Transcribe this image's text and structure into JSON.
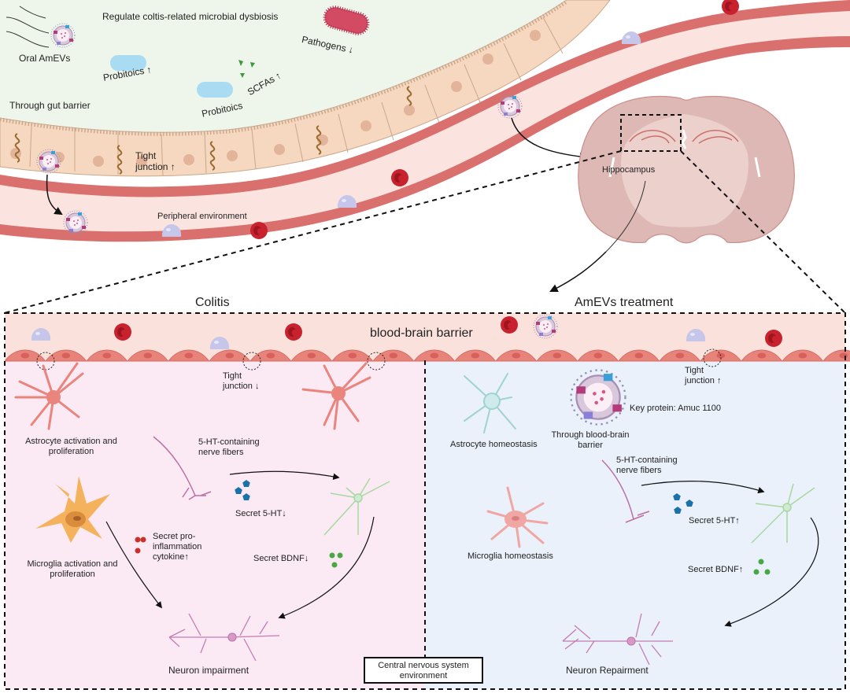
{
  "colors": {
    "gut_lumen": "#eef5ea",
    "epithelium": "#f6d7bf",
    "epithelium_stroke": "#c9a88c",
    "vessel_wall": "#d9706d",
    "vessel_inner": "#fbe4df",
    "rbc": "#c8222e",
    "wbc": "#c5c6ea",
    "brain": "#ddb8b4",
    "brain_inner": "#ebd0cc",
    "colitis_bg": "#fbeaf4",
    "treatment_bg": "#eaf1fb",
    "bbb_bg": "#fbe1dc",
    "endothelial": "#e8837a",
    "astrocyte_active": "#e9857c",
    "astrocyte_homeo": "#9fd3d2",
    "microglia_active": "#f4b25c",
    "microglia_homeo": "#f0a7a4",
    "neuron": "#c47bb3",
    "nerve_fiber": "#bb6fa2",
    "neuron_green": "#a6d9a0",
    "serotonin": "#1a72a8",
    "bdnf": "#4aa844",
    "cytokine": "#c9302c",
    "probiotic": "#a9dcf2",
    "pathogen": "#d34a63",
    "scfa": "#3c9a3c",
    "tight_junction": "#9a6a2f"
  },
  "gut": {
    "title": "Regulate coltis-related microbial dysbiosis",
    "oral_amevs": "Oral AmEVs",
    "probiotics_up": "Probitoics ↑",
    "probiotics": "Probitoics",
    "scfas_up": "SCFAs ↑",
    "pathogens_down": "Pathogens ↓",
    "through_gut_barrier": "Through gut barrier",
    "tight_junction_up": "Tight\njunction ↑",
    "peripheral_environment": "Peripheral environment"
  },
  "brain": {
    "hippocampus": "Hippocampus"
  },
  "cns": {
    "colitis_title": "Colitis",
    "treatment_title": "AmEVs treatment",
    "bbb_label": "blood-brain barrier",
    "box_label": "Central nervous system\nenvironment",
    "colitis": {
      "tight_junction_down": "Tight\njunction ↓",
      "astrocyte": "Astrocyte activation and\nproliferation",
      "nerve_fibers": "5-HT-containing\nnerve fibers",
      "microglia": "Microglia activation and\nproliferation",
      "cytokine": "Secret pro-\ninflammation\ncytokine↑",
      "serotonin": "Secret 5-HT↓",
      "bdnf": "Secret BDNF↓",
      "neuron": "Neuron impairment"
    },
    "treatment": {
      "tight_junction_up": "Tight\njunction ↑",
      "astrocyte": "Astrocyte homeostasis",
      "through_bbb": "Through blood-brain\nbarrier",
      "key_protein": "Key protein:  Amuc 1100",
      "nerve_fibers": "5-HT-containing\nnerve fibers",
      "microglia": "Microglia homeostasis",
      "serotonin": "Secret 5-HT↑",
      "bdnf": "Secret BDNF↑",
      "neuron": "Neuron Repairment"
    }
  }
}
